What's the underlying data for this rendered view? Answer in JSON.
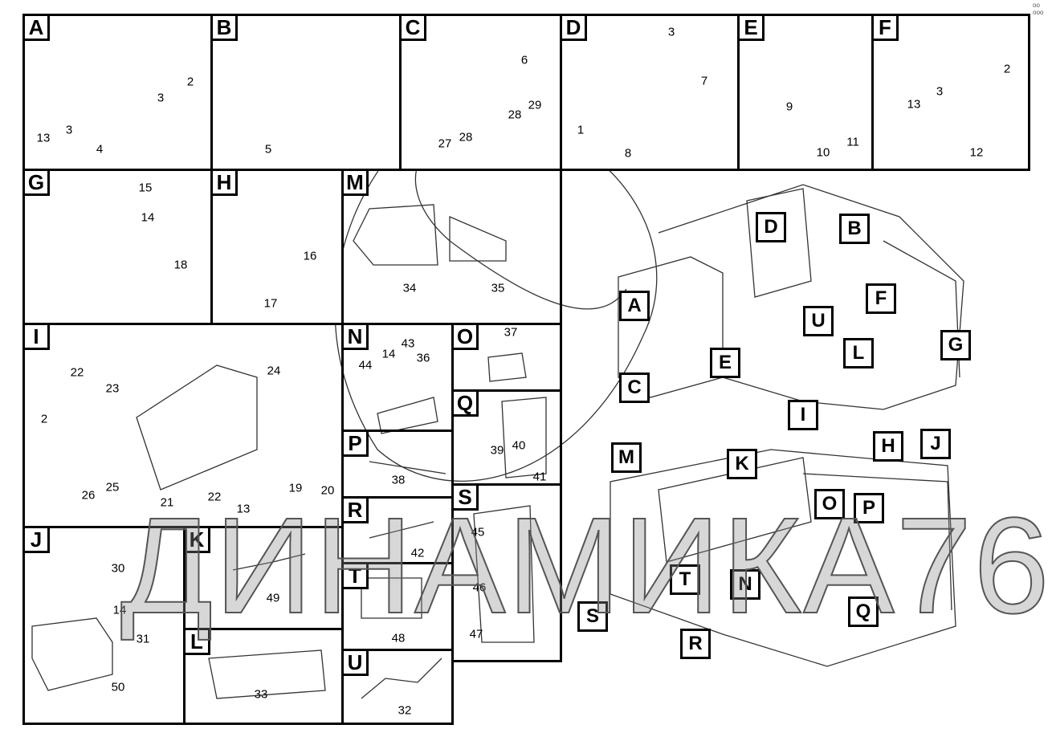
{
  "panels": {
    "A": {
      "label": "A",
      "parts": [
        "2",
        "3",
        "3",
        "13",
        "4"
      ]
    },
    "B": {
      "label": "B",
      "parts": [
        "5"
      ]
    },
    "C": {
      "label": "C",
      "parts": [
        "6",
        "29",
        "28",
        "28",
        "27"
      ]
    },
    "D": {
      "label": "D",
      "parts": [
        "3",
        "7",
        "1",
        "8"
      ]
    },
    "E": {
      "label": "E",
      "parts": [
        "9",
        "10",
        "11"
      ]
    },
    "F": {
      "label": "F",
      "parts": [
        "2",
        "3",
        "13",
        "12"
      ]
    },
    "G": {
      "label": "G",
      "parts": [
        "15",
        "14",
        "18"
      ]
    },
    "H": {
      "label": "H",
      "parts": [
        "16",
        "17"
      ]
    },
    "M": {
      "label": "M",
      "parts": [
        "34",
        "35"
      ]
    },
    "I": {
      "label": "I",
      "parts": [
        "24",
        "22",
        "23",
        "2",
        "26",
        "25",
        "21",
        "22",
        "19",
        "20",
        "13"
      ]
    },
    "N": {
      "label": "N",
      "parts": [
        "44",
        "14",
        "43",
        "36"
      ]
    },
    "O": {
      "label": "O",
      "parts": [
        "37"
      ]
    },
    "Q": {
      "label": "Q",
      "parts": [
        "39",
        "40",
        "41"
      ]
    },
    "P": {
      "label": "P",
      "parts": [
        "38"
      ]
    },
    "R": {
      "label": "R",
      "parts": [
        "42"
      ]
    },
    "S": {
      "label": "S",
      "parts": [
        "45",
        "46",
        "47"
      ]
    },
    "T": {
      "label": "T",
      "parts": [
        "48"
      ]
    },
    "U": {
      "label": "U",
      "parts": [
        "32"
      ]
    },
    "J": {
      "label": "J",
      "parts": [
        "30",
        "14",
        "31",
        "50"
      ]
    },
    "K": {
      "label": "K",
      "parts": [
        "49"
      ]
    },
    "L": {
      "label": "L",
      "parts": [
        "33"
      ]
    }
  },
  "callouts": [
    "D",
    "B",
    "A",
    "F",
    "U",
    "L",
    "G",
    "E",
    "C",
    "I",
    "H",
    "J",
    "M",
    "K",
    "O",
    "P",
    "T",
    "N",
    "S",
    "Q",
    "R"
  ],
  "watermark": "ДИНАМИКА76",
  "corner_mark": "oo ooo"
}
